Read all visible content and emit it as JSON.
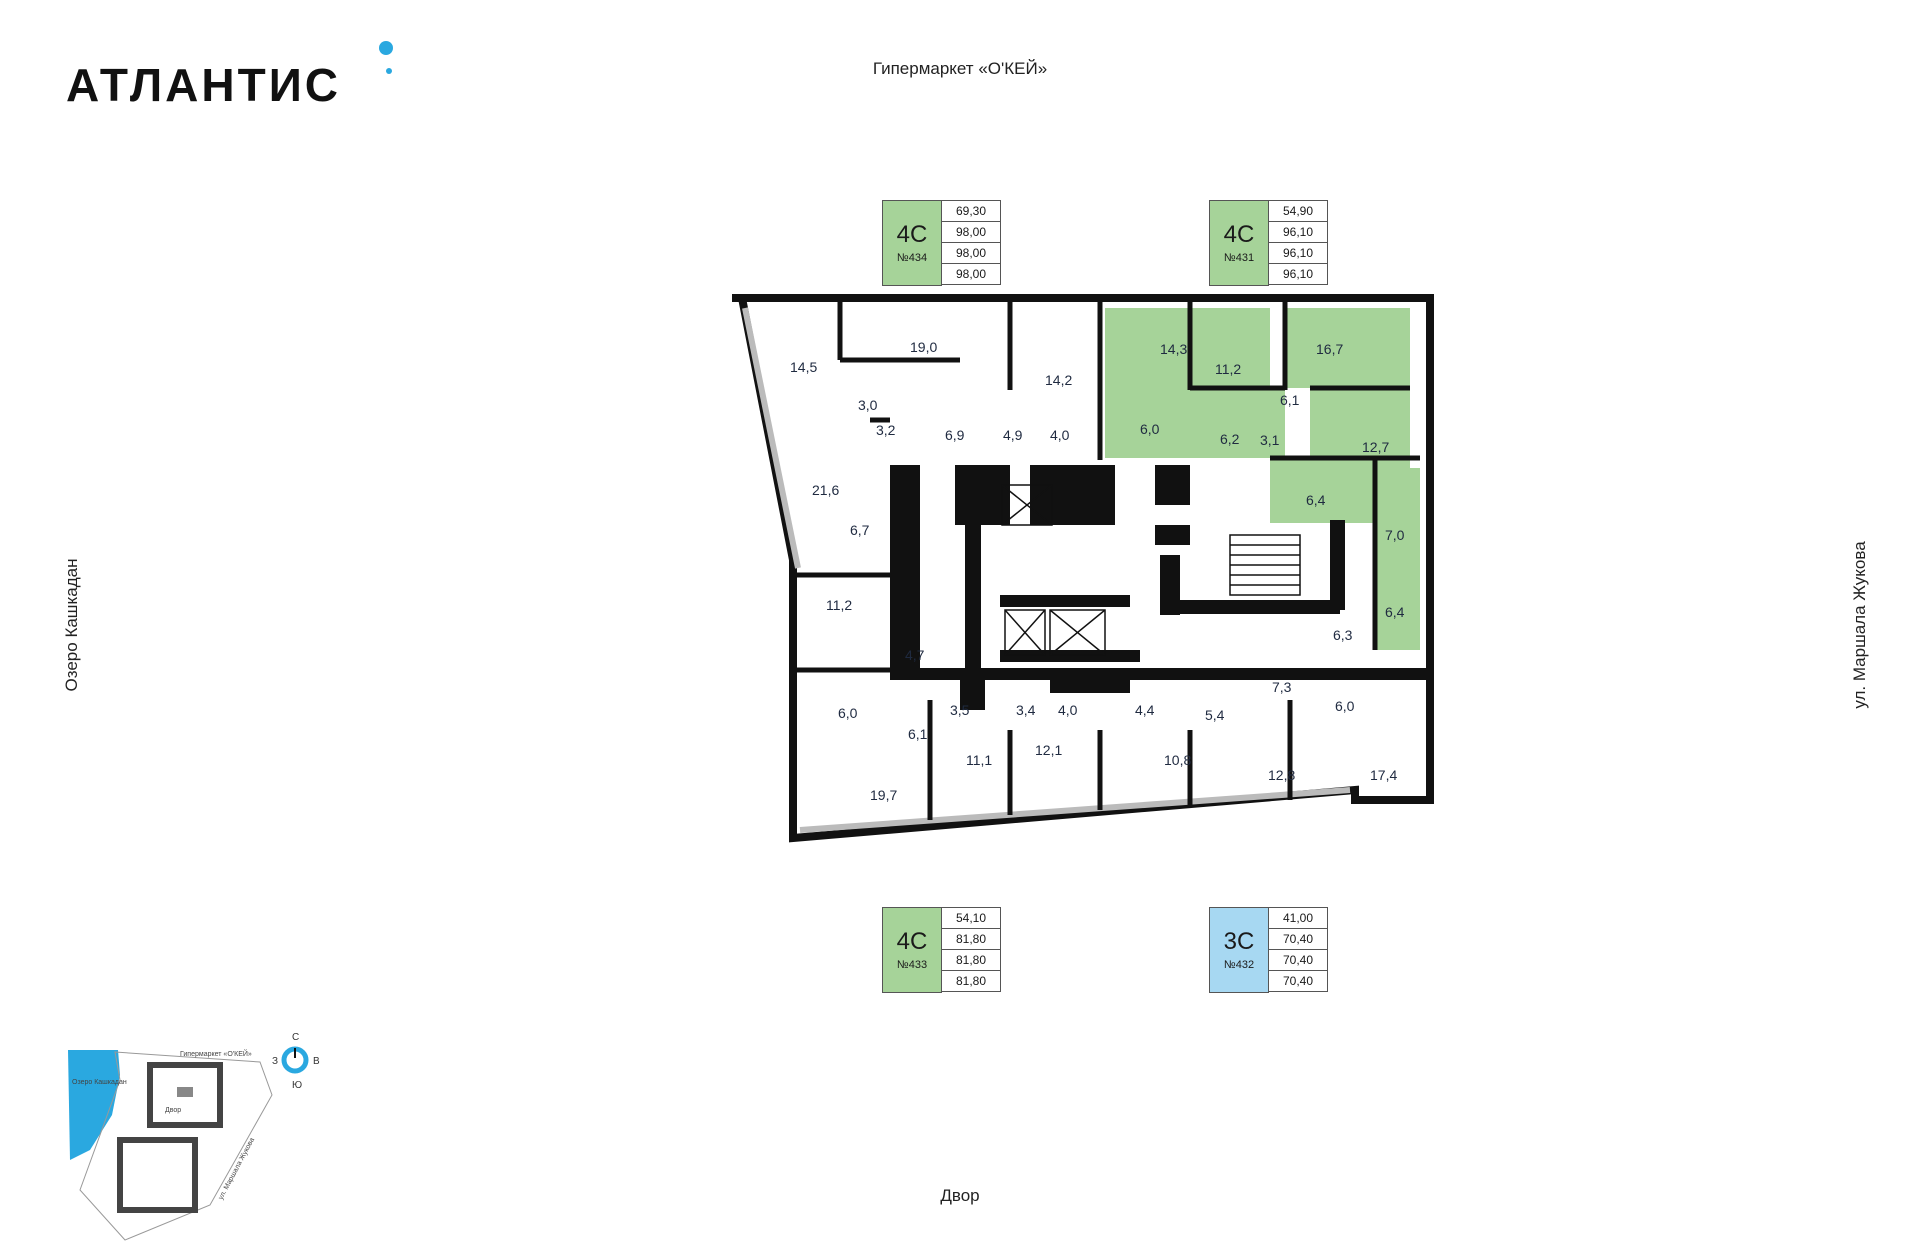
{
  "brand": {
    "name": "АТЛАНТИС",
    "accent": "#2aa8e0"
  },
  "orientation": {
    "top": "Гипермаркет «О'КЕЙ»",
    "bottom": "Двор",
    "left": "Озеро Кашкадан",
    "right": "ул. Маршала Жукова"
  },
  "colors": {
    "green": "#a6d399",
    "blue": "#a7d8f2",
    "wall": "#111111"
  },
  "apartments": [
    {
      "type": "4С",
      "number": "№434",
      "areas": [
        "69,30",
        "98,00",
        "98,00",
        "98,00"
      ],
      "color": "green"
    },
    {
      "type": "4С",
      "number": "№431",
      "areas": [
        "54,90",
        "96,10",
        "96,10",
        "96,10"
      ],
      "color": "green"
    },
    {
      "type": "4С",
      "number": "№433",
      "areas": [
        "54,10",
        "81,80",
        "81,80",
        "81,80"
      ],
      "color": "green"
    },
    {
      "type": "3С",
      "number": "№432",
      "areas": [
        "41,00",
        "70,40",
        "70,40",
        "70,40"
      ],
      "color": "blue"
    }
  ],
  "rooms": [
    {
      "id": "r1",
      "label": "14,5"
    },
    {
      "id": "r2",
      "label": "19,0"
    },
    {
      "id": "r3",
      "label": "14,2"
    },
    {
      "id": "r4",
      "label": "3,0"
    },
    {
      "id": "r5",
      "label": "3,2"
    },
    {
      "id": "r6",
      "label": "6,9"
    },
    {
      "id": "r7",
      "label": "4,9"
    },
    {
      "id": "r8",
      "label": "4,0"
    },
    {
      "id": "r9",
      "label": "21,6"
    },
    {
      "id": "r10",
      "label": "6,7"
    },
    {
      "id": "r11",
      "label": "11,2"
    },
    {
      "id": "r12",
      "label": "4,7"
    },
    {
      "id": "r13",
      "label": "6,0"
    },
    {
      "id": "r14",
      "label": "6,1"
    },
    {
      "id": "r15",
      "label": "3,5"
    },
    {
      "id": "r16",
      "label": "3,4"
    },
    {
      "id": "r17",
      "label": "4,0"
    },
    {
      "id": "r18",
      "label": "19,7"
    },
    {
      "id": "r19",
      "label": "11,1"
    },
    {
      "id": "r20",
      "label": "12,1"
    },
    {
      "id": "r21",
      "label": "4,4"
    },
    {
      "id": "r22",
      "label": "5,4"
    },
    {
      "id": "r23",
      "label": "10,8"
    },
    {
      "id": "r24",
      "label": "12,8"
    },
    {
      "id": "r25",
      "label": "7,3"
    },
    {
      "id": "r26",
      "label": "6,0"
    },
    {
      "id": "r27",
      "label": "17,4"
    },
    {
      "id": "r28",
      "label": "6,3"
    },
    {
      "id": "r29",
      "label": "14,3"
    },
    {
      "id": "r30",
      "label": "11,2"
    },
    {
      "id": "r31",
      "label": "16,7"
    },
    {
      "id": "r32",
      "label": "6,1"
    },
    {
      "id": "r33",
      "label": "6,0"
    },
    {
      "id": "r34",
      "label": "6,2"
    },
    {
      "id": "r35",
      "label": "3,1"
    },
    {
      "id": "r36",
      "label": "12,7"
    },
    {
      "id": "r37",
      "label": "6,4"
    },
    {
      "id": "r38",
      "label": "7,0"
    },
    {
      "id": "r39",
      "label": "6,4"
    }
  ],
  "compass": {
    "n": "С",
    "s": "Ю",
    "w": "З",
    "e": "В"
  },
  "minimap": {
    "lake": "Озеро Кашкадан",
    "shop": "Гипермаркет «О'КЕЙ»",
    "yard": "Двор",
    "street": "ул. Маршала Жукова"
  }
}
